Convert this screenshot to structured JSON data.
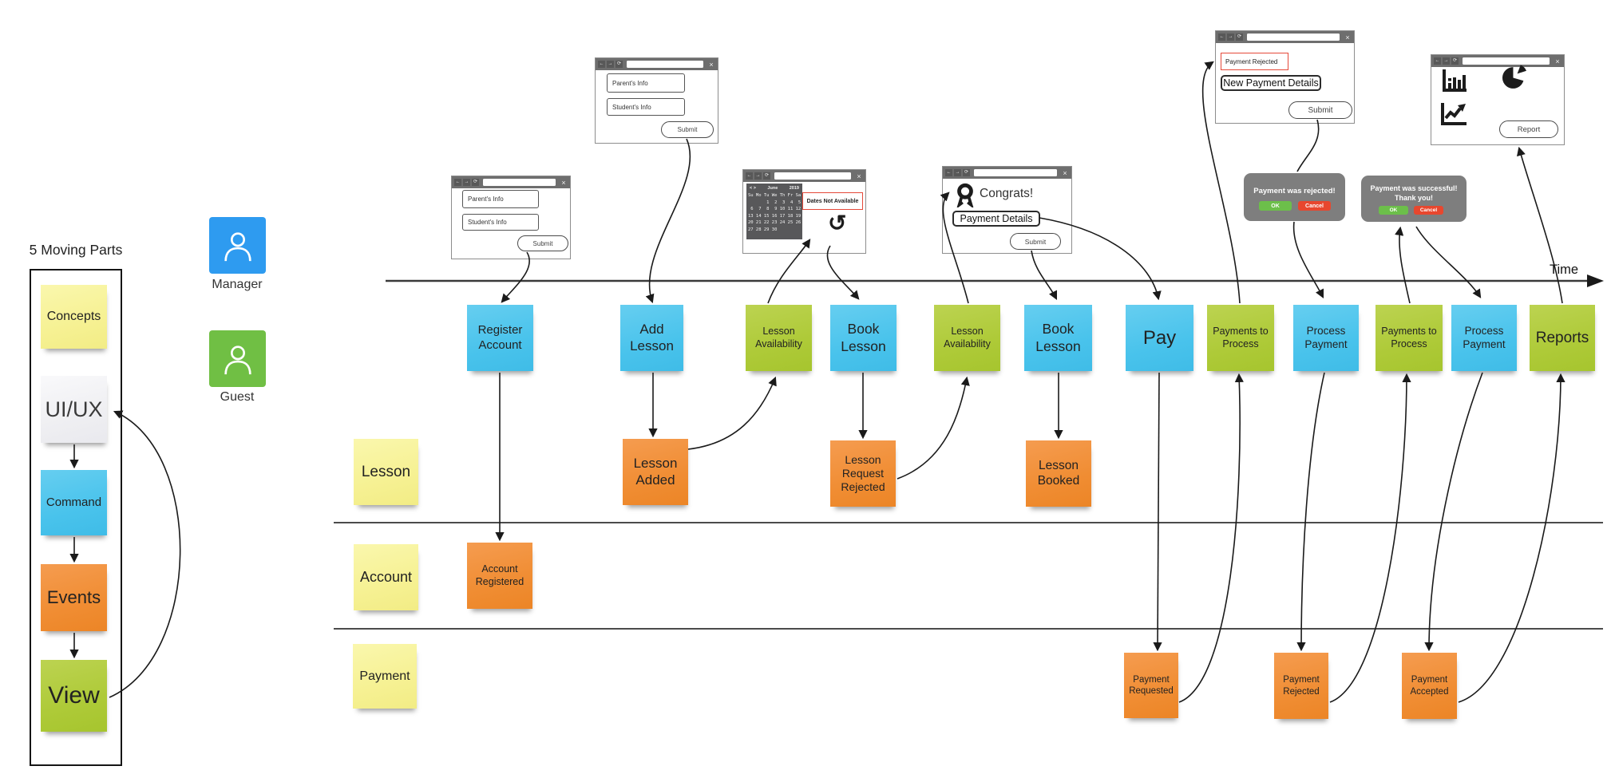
{
  "legend": {
    "title": "5 Moving Parts",
    "items": [
      {
        "label": "Concepts",
        "type": "yellow"
      },
      {
        "label": "UI/UX",
        "type": "white"
      },
      {
        "label": "Command",
        "type": "blue"
      },
      {
        "label": "Events",
        "type": "orange"
      },
      {
        "label": "View",
        "type": "green"
      }
    ]
  },
  "actors": {
    "manager": {
      "label": "Manager",
      "color": "#2E9BF0"
    },
    "guest": {
      "label": "Guest",
      "color": "#70BF44"
    }
  },
  "timeline": {
    "label": "Time"
  },
  "lanes": [
    {
      "label": "Lesson"
    },
    {
      "label": "Account"
    },
    {
      "label": "Payment"
    }
  ],
  "row": [
    {
      "label": "Register Account",
      "type": "command"
    },
    {
      "label": "Add Lesson",
      "type": "command"
    },
    {
      "label": "Lesson Availability",
      "type": "view"
    },
    {
      "label": "Book Lesson",
      "type": "command"
    },
    {
      "label": "Lesson Availability",
      "type": "view"
    },
    {
      "label": "Book Lesson",
      "type": "command"
    },
    {
      "label": "Pay",
      "type": "command"
    },
    {
      "label": "Payments to Process",
      "type": "view"
    },
    {
      "label": "Process Payment",
      "type": "command"
    },
    {
      "label": "Payments to Process",
      "type": "view"
    },
    {
      "label": "Process Payment",
      "type": "command"
    },
    {
      "label": "Reports",
      "type": "view"
    }
  ],
  "events": [
    {
      "label": "Lesson Added"
    },
    {
      "label": "Lesson Request Rejected"
    },
    {
      "label": "Lesson Booked"
    },
    {
      "label": "Account Registered"
    },
    {
      "label": "Payment Requested"
    },
    {
      "label": "Payment Rejected"
    },
    {
      "label": "Payment Accepted"
    }
  ],
  "chrome": {
    "back": "←",
    "forward": "→",
    "refresh": "⟳",
    "close": "×"
  },
  "wireframes": {
    "register_form_1": {
      "fields": [
        "Parent's Info",
        "Student's Info"
      ],
      "submit": "Submit"
    },
    "register_form_2": {
      "fields": [
        "Parent's Info",
        "Student's Info"
      ],
      "submit": "Submit"
    },
    "calendar": {
      "nav": "< >",
      "month": "June",
      "year": "2019",
      "day_header": "Su Mo Tu We Th Fr Sa",
      "weeks": [
        "       1  2  3  4  5",
        " 6  7  8  9 10 11 12",
        "13 14 15 16 17 18 19",
        "20 21 22 23 24 25 26",
        "27 28 29 30"
      ],
      "alert": "Dates Not Available",
      "undo_icon": "↺"
    },
    "congrats": {
      "title": "Congrats!",
      "detail": "Payment Details",
      "submit": "Submit"
    },
    "payment_rejected": {
      "alert": "Payment Rejected",
      "detail": "New Payment Details",
      "submit": "Submit"
    },
    "reports": {
      "button": "Report"
    }
  },
  "dialogs": {
    "rejected": {
      "message": "Payment was rejected!",
      "ok": "OK",
      "cancel": "Cancel"
    },
    "success": {
      "message": "Payment was successful!",
      "message2": "Thank you!",
      "ok": "OK",
      "cancel": "Cancel"
    }
  },
  "colors": {
    "command_blue": "#53C6ED",
    "view_green": "#B2CB3C",
    "event_orange": "#F0913E",
    "label_yellow": "#F7F39B",
    "ui_white": "#F2F2F4",
    "manager_blue": "#2E9BF0",
    "guest_green": "#70BF44",
    "ok_green": "#6CBF4A",
    "cancel_red": "#E8472E",
    "dialog_gray": "#7E7E7E",
    "alert_red": "#E5493A"
  }
}
